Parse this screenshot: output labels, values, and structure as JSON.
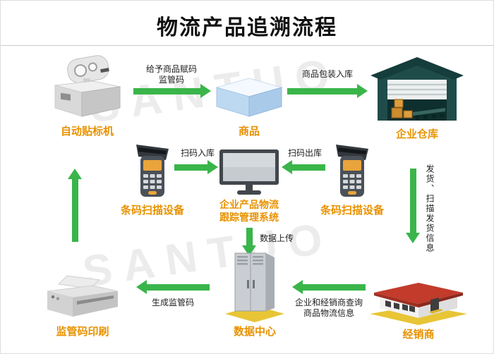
{
  "title": "物流产品追溯流程",
  "watermark": "SANTUO",
  "colors": {
    "arrow": "#3ab54a",
    "node_label": "#e89200",
    "edge_text": "#1d1d1d",
    "title": "#111111",
    "watermark": "#ececec",
    "background": "#ffffff"
  },
  "nodes": {
    "labeler": {
      "label": "自动贴标机"
    },
    "product": {
      "label": "商品"
    },
    "warehouse": {
      "label": "企业仓库"
    },
    "scanner_left": {
      "label": "条码扫描设备"
    },
    "system": {
      "line1": "企业产品物流",
      "line2": "跟踪管理系统"
    },
    "scanner_right": {
      "label": "条码扫描设备"
    },
    "code_printer": {
      "label": "监管码印刷"
    },
    "data_center": {
      "label": "数据中心"
    },
    "dealer": {
      "label": "经销商"
    }
  },
  "edges": {
    "assign_code": {
      "line1": "给予商品赋码",
      "line2": "监管码"
    },
    "package_in": {
      "label": "商品包装入库"
    },
    "scan_in": {
      "label": "扫码入库"
    },
    "scan_out": {
      "label": "扫码出库"
    },
    "ship": {
      "label": "发货、扫描发货信息"
    },
    "data_upload": {
      "label": "数据上传"
    },
    "generate_code": {
      "label": "生成监管码"
    },
    "query": {
      "line1": "企业和经销商查询",
      "line2": "商品物流信息"
    }
  }
}
